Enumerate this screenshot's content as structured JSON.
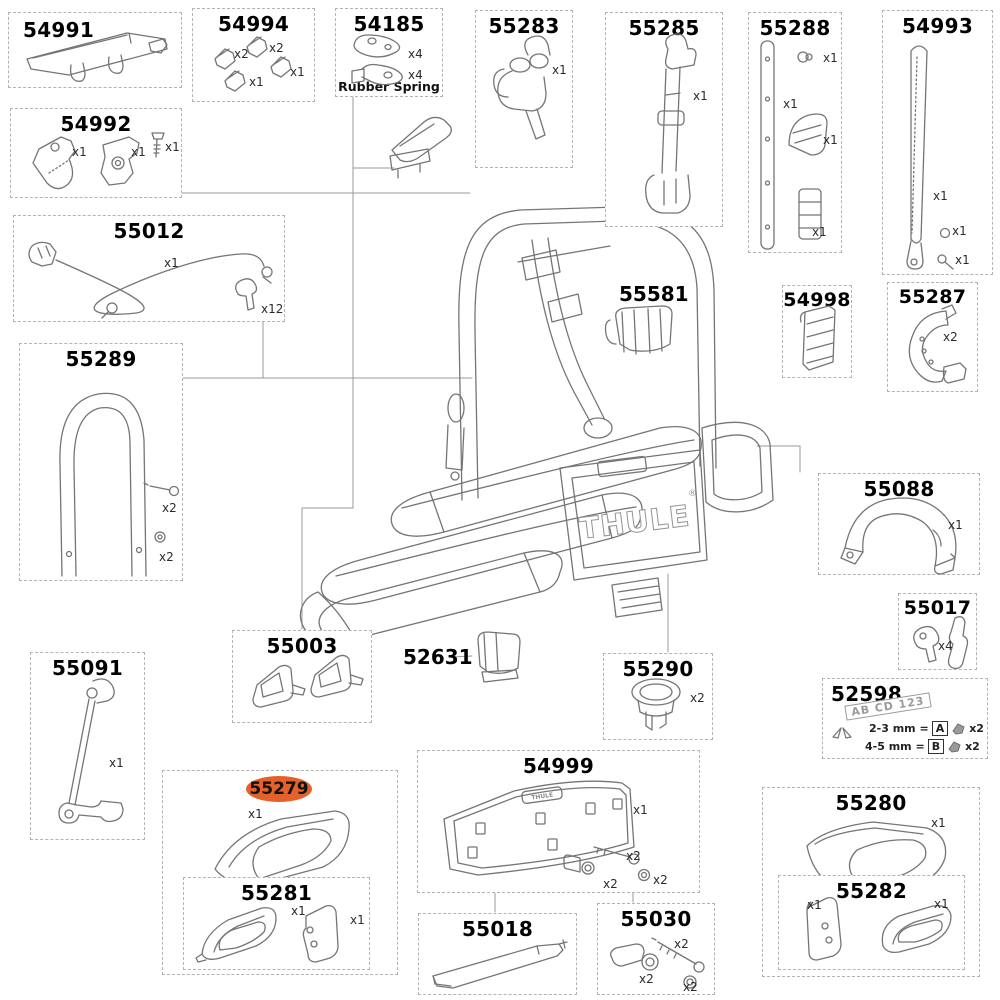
{
  "highlight": {
    "color": "#E4622A"
  },
  "assembly": {
    "badge": "THULE",
    "plate": "THULE",
    "reg": "®"
  },
  "boxes": {
    "b54991": {
      "num": "54991"
    },
    "b54994": {
      "num": "54994",
      "q0": "x2",
      "q1": "x2",
      "q2": "x1",
      "q3": "x1"
    },
    "b54185": {
      "num": "54185",
      "q0": "x4",
      "q1": "x4",
      "caption": "Rubber Spring"
    },
    "b55283": {
      "num": "55283",
      "q0": "x1"
    },
    "b55285": {
      "num": "55285",
      "q0": "x1"
    },
    "b55288": {
      "num": "55288",
      "q0": "x1",
      "q1": "x1",
      "q2": "x1",
      "q3": "x1"
    },
    "b54993": {
      "num": "54993",
      "q0": "x1",
      "q1": "x1",
      "q2": "x1"
    },
    "b54992": {
      "num": "54992",
      "q0": "x1",
      "q1": "x1",
      "q2": "x1"
    },
    "b55012": {
      "num": "55012",
      "q0": "x1",
      "q1": "x12"
    },
    "b55289": {
      "num": "55289",
      "q0": "x2",
      "q1": "x2"
    },
    "b55581": {
      "num": "55581"
    },
    "b54998": {
      "num": "54998"
    },
    "b55287": {
      "num": "55287",
      "q0": "x2"
    },
    "b55088": {
      "num": "55088",
      "q0": "x1"
    },
    "b55017": {
      "num": "55017",
      "q0": "x4"
    },
    "b52598": {
      "num": "52598",
      "plate": "AB CD 123",
      "row_a_label": "2-3 mm =",
      "row_a_letter": "A",
      "row_a_qty": "x2",
      "row_b_label": "4-5 mm =",
      "row_b_letter": "B",
      "row_b_qty": "x2"
    },
    "b55091": {
      "num": "55091",
      "q0": "x1"
    },
    "b55003": {
      "num": "55003"
    },
    "b52631": {
      "num": "52631"
    },
    "b55290": {
      "num": "55290",
      "q0": "x2"
    },
    "b55279": {
      "num": "55279",
      "q0": "x1"
    },
    "b55281": {
      "num": "55281",
      "q0": "x1",
      "q1": "x1"
    },
    "b54999": {
      "num": "54999",
      "badge": "THULE",
      "q0": "x1",
      "q1": "x2",
      "q2": "x2",
      "q3": "x2"
    },
    "b55018": {
      "num": "55018"
    },
    "b55030": {
      "num": "55030",
      "q0": "x2",
      "q1": "x2",
      "q2": "x2"
    },
    "b55280": {
      "num": "55280",
      "q0": "x1"
    },
    "b55282": {
      "num": "55282",
      "q0": "x1",
      "q1": "x1"
    }
  }
}
